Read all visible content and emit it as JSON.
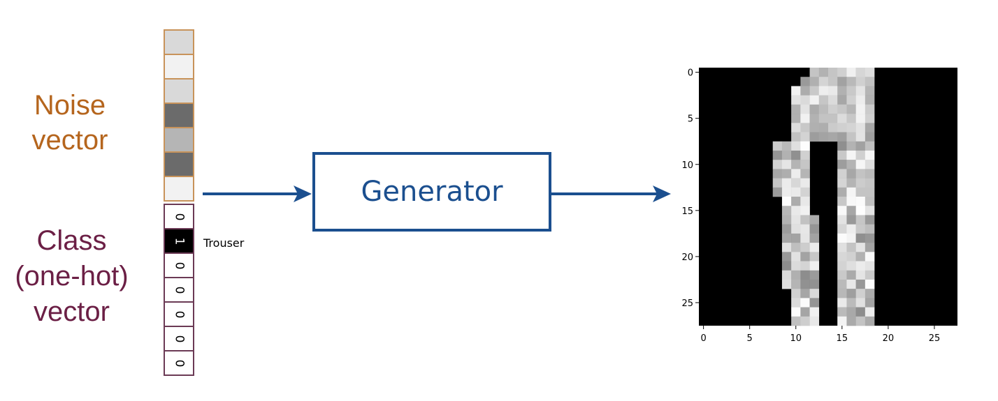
{
  "labels": {
    "noise": [
      "Noise",
      "vector"
    ],
    "class": [
      "Class",
      "(one-hot)",
      "vector"
    ],
    "trouser": "Trouser",
    "generator": "Generator"
  },
  "noise_vector": [
    "#d9d9d9",
    "#f2f2f2",
    "#d9d9d9",
    "#6b6b6b",
    "#b5b5b5",
    "#6b6b6b",
    "#f2f2f2"
  ],
  "one_hot": [
    "0",
    "1",
    "0",
    "0",
    "0",
    "0",
    "0"
  ],
  "colors": {
    "noise": "#b5651d",
    "class": "#6b1f45",
    "generator": "#1b4f8f"
  },
  "output_image": {
    "x_ticks": [
      "0",
      "5",
      "10",
      "15",
      "20",
      "25"
    ],
    "y_ticks": [
      "0",
      "5",
      "10",
      "15",
      "20",
      "25"
    ]
  }
}
